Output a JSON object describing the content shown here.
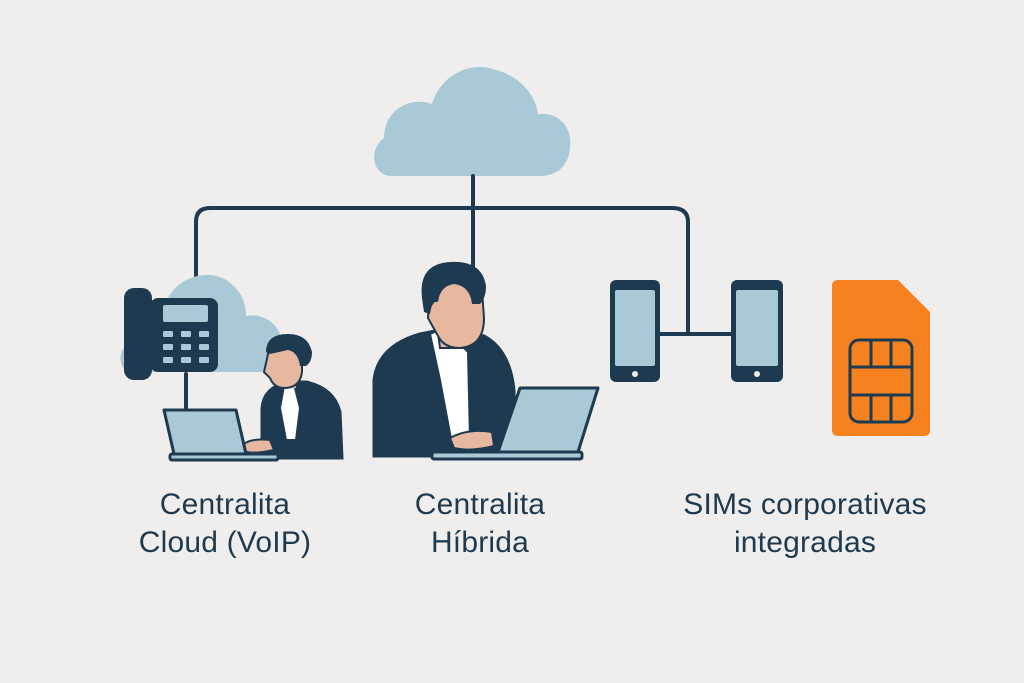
{
  "colors": {
    "background": "#efeeec",
    "navy": "#1e3a50",
    "cloud": "#a9c9d6",
    "screen": "#a9c9d6",
    "skin": "#e6b8a0",
    "sim": "#f5821f"
  },
  "icons": [
    "cloud-icon",
    "desk-phone-icon",
    "laptop-icon",
    "smartphone-icon",
    "sim-card-icon",
    "person-icon"
  ],
  "labels": {
    "cloud_pbx": {
      "line1": "Centralita",
      "line2": "Cloud (VoIP)"
    },
    "hybrid_pbx": {
      "line1": "Centralita",
      "line2": "Híbrida"
    },
    "sims": {
      "line1": "SIMs corporativas",
      "line2": "integradas"
    }
  }
}
